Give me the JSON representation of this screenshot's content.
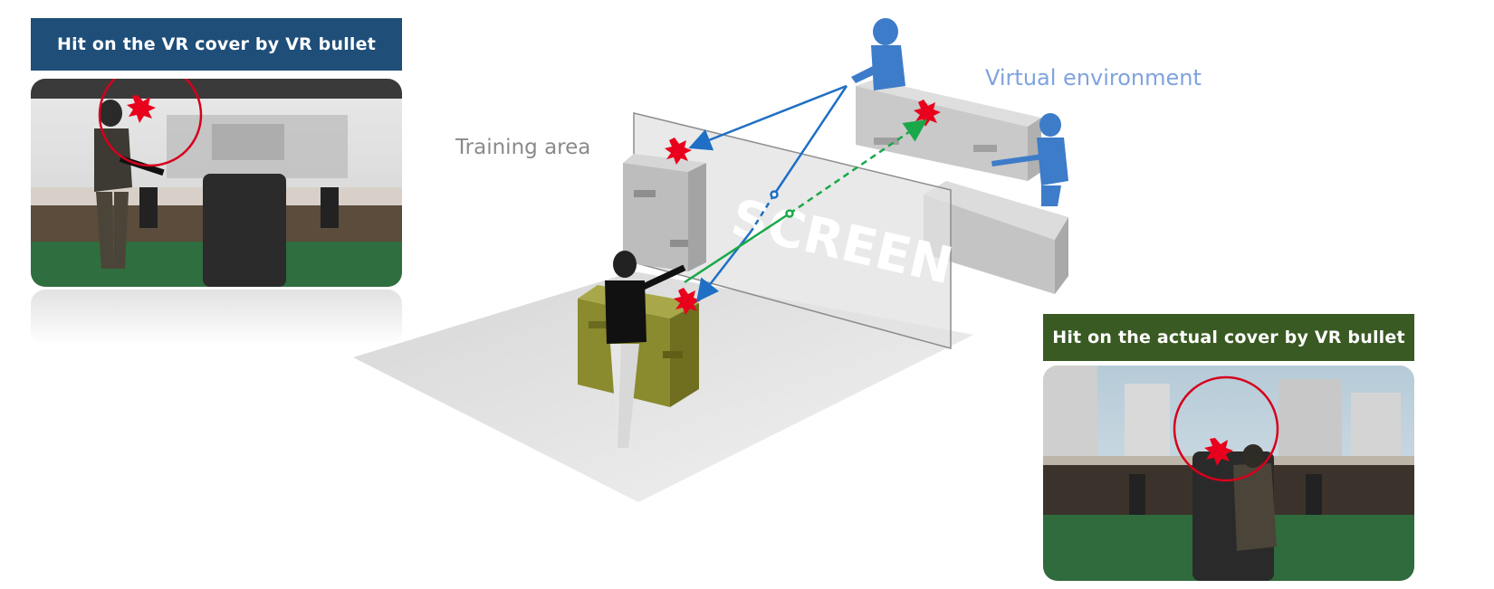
{
  "captions": {
    "vr_cover": "Hit on the VR cover by VR bullet",
    "actual_cover": "Hit on the actual cover by VR bullet"
  },
  "labels": {
    "training_area": "Training area",
    "virtual_environment": "Virtual environment",
    "screen": "SCREEN"
  },
  "colors": {
    "vr_caption_bg": "#1f4e79",
    "actual_caption_bg": "#3a5a23",
    "vr_trajectory": "#1f6fc4",
    "real_trajectory": "#1aa84a",
    "hit_marker": "#e8001c",
    "hit_circle": "#d6001c"
  }
}
